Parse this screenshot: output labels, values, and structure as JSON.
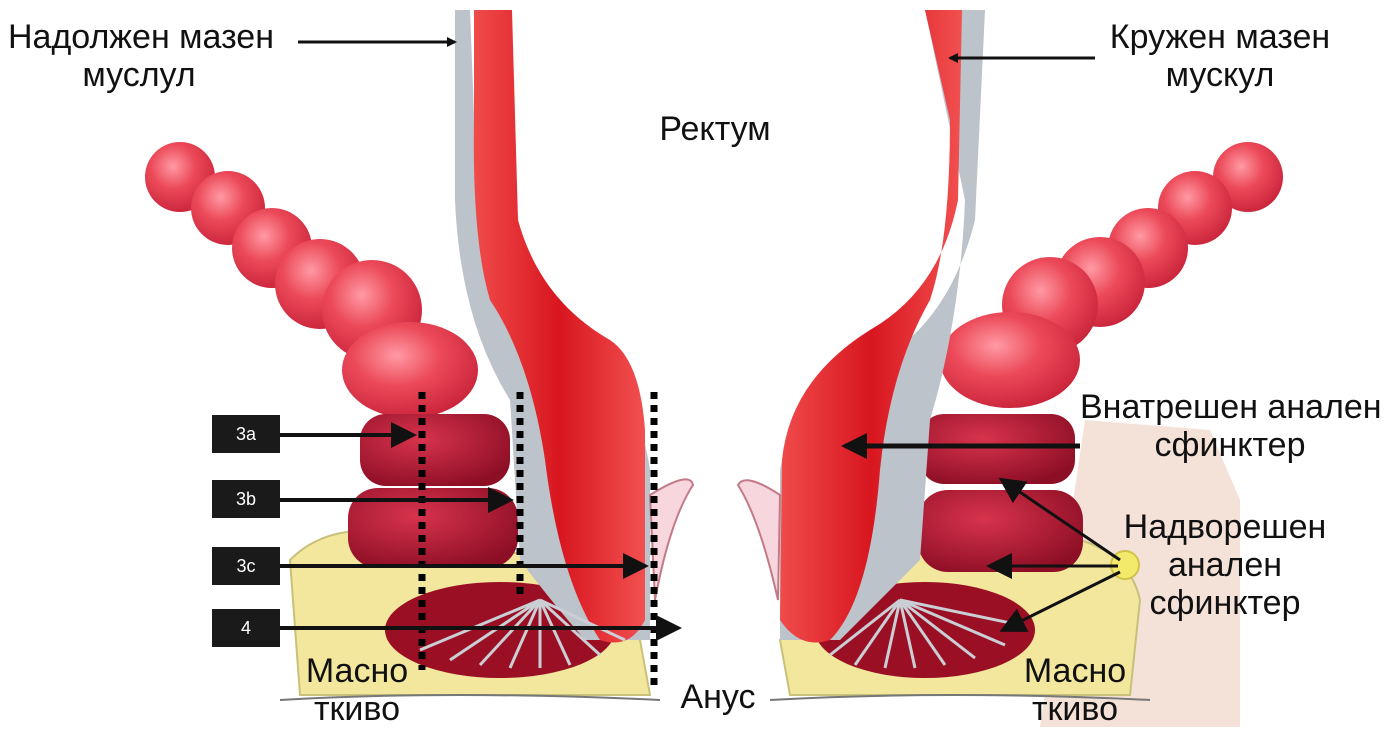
{
  "labels": {
    "long_muscle": [
      "Надолжен мазен",
      "муслул"
    ],
    "circular_muscle": [
      "Кружен мазен",
      "мускул"
    ],
    "rectum": "Ректум",
    "internal_sphincter": [
      "Внатрешен анален",
      "сфинктер"
    ],
    "external_sphincter": [
      "Надворешен",
      "анален",
      "сфинктер"
    ],
    "fat_left": [
      "Масно",
      "ткиво"
    ],
    "fat_right": [
      "Масно",
      "ткиво"
    ],
    "anus": "Анус"
  },
  "grades": [
    "3a",
    "3b",
    "3c",
    "4"
  ],
  "colors": {
    "muscle_red": "#e8434f",
    "dark_red": "#a5122a",
    "mucosa_red": "#d81d24",
    "grey_wall": "#b9c1c8",
    "fat_yellow": "#f3eaa0",
    "skin_pink": "#f6e3da"
  }
}
